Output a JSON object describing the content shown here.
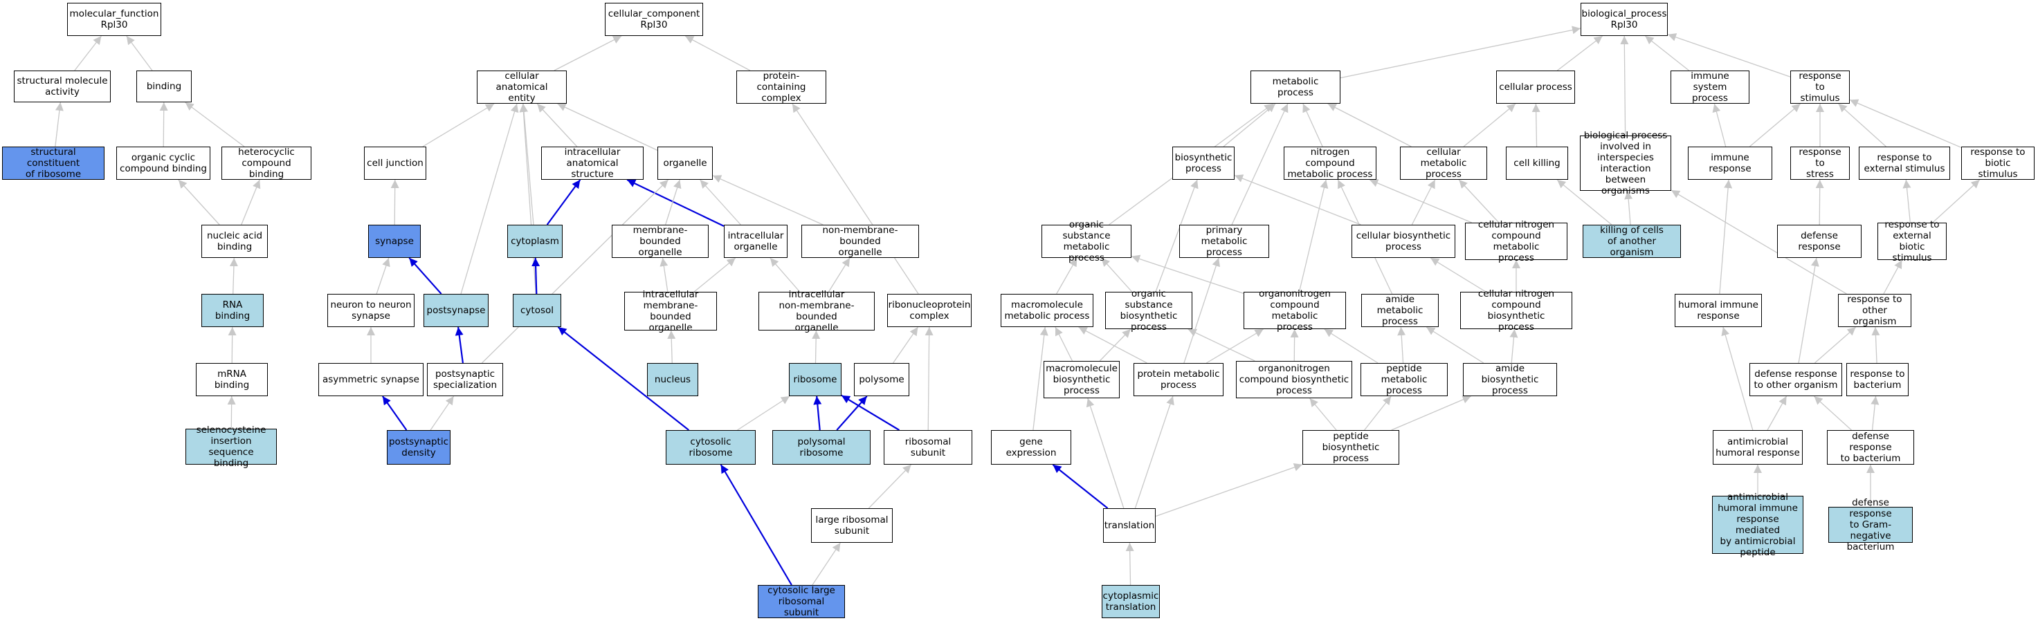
{
  "colors": {
    "plain_fill": "#ffffff",
    "highlight_fill": "#add8e6",
    "strong_fill": "#6495ed",
    "edge_gray": "#c8c8c8",
    "edge_blue": "#0000dd",
    "border": "#000000"
  },
  "nodes": {
    "n_mf": {
      "label": "molecular_function\nRpl30",
      "fill": "plain"
    },
    "n_sma": {
      "label": "structural molecule\nactivity",
      "fill": "plain"
    },
    "n_binding": {
      "label": "binding",
      "fill": "plain"
    },
    "n_scr": {
      "label": "structural constituent\nof ribosome",
      "fill": "strong"
    },
    "n_occb": {
      "label": "organic cyclic\ncompound binding",
      "fill": "plain"
    },
    "n_hcb": {
      "label": "heterocyclic\ncompound binding",
      "fill": "plain"
    },
    "n_nab": {
      "label": "nucleic acid\nbinding",
      "fill": "plain"
    },
    "n_rnab": {
      "label": "RNA binding",
      "fill": "highlight"
    },
    "n_mrnab": {
      "label": "mRNA binding",
      "fill": "plain"
    },
    "n_secb": {
      "label": "selenocysteine\ninsertion sequence\nbinding",
      "fill": "highlight"
    },
    "n_cc": {
      "label": "cellular_component\nRpl30",
      "fill": "plain"
    },
    "n_cae": {
      "label": "cellular anatomical\nentity",
      "fill": "plain"
    },
    "n_pcc": {
      "label": "protein-containing\ncomplex",
      "fill": "plain"
    },
    "n_cj": {
      "label": "cell junction",
      "fill": "plain"
    },
    "n_ias": {
      "label": "intracellular\nanatomical structure",
      "fill": "plain"
    },
    "n_org": {
      "label": "organelle",
      "fill": "plain"
    },
    "n_syn": {
      "label": "synapse",
      "fill": "strong"
    },
    "n_cyt": {
      "label": "cytoplasm",
      "fill": "highlight"
    },
    "n_mbo": {
      "label": "membrane-bounded\norganelle",
      "fill": "plain"
    },
    "n_io": {
      "label": "intracellular\norganelle",
      "fill": "plain"
    },
    "n_nmbo": {
      "label": "non-membrane-bounded\norganelle",
      "fill": "plain"
    },
    "n_nns": {
      "label": "neuron to neuron\nsynapse",
      "fill": "plain"
    },
    "n_postsyn": {
      "label": "postsynapse",
      "fill": "highlight"
    },
    "n_cytosol": {
      "label": "cytosol",
      "fill": "highlight"
    },
    "n_imbo": {
      "label": "intracellular\nmembrane-bounded\norganelle",
      "fill": "plain"
    },
    "n_inmbo": {
      "label": "intracellular\nnon-membrane-bounded\norganelle",
      "fill": "plain"
    },
    "n_rnpc": {
      "label": "ribonucleoprotein\ncomplex",
      "fill": "plain"
    },
    "n_asyn": {
      "label": "asymmetric synapse",
      "fill": "plain"
    },
    "n_pss": {
      "label": "postsynaptic\nspecialization",
      "fill": "plain"
    },
    "n_nuc": {
      "label": "nucleus",
      "fill": "highlight"
    },
    "n_ribo": {
      "label": "ribosome",
      "fill": "highlight"
    },
    "n_poly": {
      "label": "polysome",
      "fill": "plain"
    },
    "n_psd": {
      "label": "postsynaptic\ndensity",
      "fill": "strong"
    },
    "n_cribo": {
      "label": "cytosolic ribosome",
      "fill": "highlight"
    },
    "n_pribo": {
      "label": "polysomal ribosome",
      "fill": "highlight"
    },
    "n_rsu": {
      "label": "ribosomal subunit",
      "fill": "plain"
    },
    "n_lrsu": {
      "label": "large ribosomal\nsubunit",
      "fill": "plain"
    },
    "n_clrsu": {
      "label": "cytosolic large\nribosomal subunit",
      "fill": "strong"
    },
    "n_bp": {
      "label": "biological_process\nRpl30",
      "fill": "plain"
    },
    "n_mp": {
      "label": "metabolic process",
      "fill": "plain"
    },
    "n_cp": {
      "label": "cellular process",
      "fill": "plain"
    },
    "n_isp": {
      "label": "immune system\nprocess",
      "fill": "plain"
    },
    "n_rts": {
      "label": "response to\nstimulus",
      "fill": "plain"
    },
    "n_bsp": {
      "label": "biosynthetic\nprocess",
      "fill": "plain"
    },
    "n_ncmp": {
      "label": "nitrogen compound\nmetabolic process",
      "fill": "plain"
    },
    "n_cmp": {
      "label": "cellular metabolic\nprocess",
      "fill": "plain"
    },
    "n_ck": {
      "label": "cell killing",
      "fill": "plain"
    },
    "n_bpii": {
      "label": "biological process\ninvolved in\ninterspecies\ninteraction\nbetween organisms",
      "fill": "plain"
    },
    "n_ir": {
      "label": "immune response",
      "fill": "plain"
    },
    "n_rtstress": {
      "label": "response to\nstress",
      "fill": "plain"
    },
    "n_rtes": {
      "label": "response to\nexternal stimulus",
      "fill": "plain"
    },
    "n_rtbs": {
      "label": "response to\nbiotic stimulus",
      "fill": "plain"
    },
    "n_osmp": {
      "label": "organic substance\nmetabolic process",
      "fill": "plain"
    },
    "n_pmp": {
      "label": "primary metabolic\nprocess",
      "fill": "plain"
    },
    "n_cbp": {
      "label": "cellular biosynthetic\nprocess",
      "fill": "plain"
    },
    "n_cncmp": {
      "label": "cellular nitrogen\ncompound metabolic\nprocess",
      "fill": "plain"
    },
    "n_kcao": {
      "label": "killing of cells\nof another organism",
      "fill": "highlight"
    },
    "n_dr": {
      "label": "defense response",
      "fill": "plain"
    },
    "n_rtebs": {
      "label": "response to\nexternal biotic\nstimulus",
      "fill": "plain"
    },
    "n_mmmp": {
      "label": "macromolecule\nmetabolic process",
      "fill": "plain"
    },
    "n_osbp": {
      "label": "organic substance\nbiosynthetic\nprocess",
      "fill": "plain"
    },
    "n_oncmp": {
      "label": "organonitrogen\ncompound metabolic\nprocess",
      "fill": "plain"
    },
    "n_amp": {
      "label": "amide metabolic\nprocess",
      "fill": "plain"
    },
    "n_cncbp": {
      "label": "cellular nitrogen\ncompound biosynthetic\nprocess",
      "fill": "plain"
    },
    "n_hir": {
      "label": "humoral immune\nresponse",
      "fill": "plain"
    },
    "n_rtoo": {
      "label": "response to\nother organism",
      "fill": "plain"
    },
    "n_mmbp": {
      "label": "macromolecule\nbiosynthetic\nprocess",
      "fill": "plain"
    },
    "n_protmp": {
      "label": "protein metabolic\nprocess",
      "fill": "plain"
    },
    "n_oncbp": {
      "label": "organonitrogen\ncompound biosynthetic\nprocess",
      "fill": "plain"
    },
    "n_pepmp": {
      "label": "peptide metabolic\nprocess",
      "fill": "plain"
    },
    "n_abp": {
      "label": "amide biosynthetic\nprocess",
      "fill": "plain"
    },
    "n_drtoo": {
      "label": "defense response\nto other organism",
      "fill": "plain"
    },
    "n_rtb": {
      "label": "response to\nbacterium",
      "fill": "plain"
    },
    "n_ge": {
      "label": "gene expression",
      "fill": "plain"
    },
    "n_pepbp": {
      "label": "peptide biosynthetic\nprocess",
      "fill": "plain"
    },
    "n_ahr": {
      "label": "antimicrobial\nhumoral response",
      "fill": "plain"
    },
    "n_drtb": {
      "label": "defense response\nto bacterium",
      "fill": "plain"
    },
    "n_ahir": {
      "label": "antimicrobial\nhumoral immune\nresponse mediated\nby antimicrobial\npeptide",
      "fill": "highlight"
    },
    "n_drtgnb": {
      "label": "defense response\nto Gram-negative\nbacterium",
      "fill": "highlight"
    },
    "n_trans": {
      "label": "translation",
      "fill": "plain"
    },
    "n_ctrans": {
      "label": "cytoplasmic\ntranslation",
      "fill": "highlight"
    }
  },
  "edges": [
    [
      "n_sma",
      "n_mf",
      "gray"
    ],
    [
      "n_binding",
      "n_mf",
      "gray"
    ],
    [
      "n_scr",
      "n_sma",
      "gray"
    ],
    [
      "n_occb",
      "n_binding",
      "gray"
    ],
    [
      "n_hcb",
      "n_binding",
      "gray"
    ],
    [
      "n_nab",
      "n_occb",
      "gray"
    ],
    [
      "n_nab",
      "n_hcb",
      "gray"
    ],
    [
      "n_rnab",
      "n_nab",
      "gray"
    ],
    [
      "n_mrnab",
      "n_rnab",
      "gray"
    ],
    [
      "n_secb",
      "n_mrnab",
      "gray"
    ],
    [
      "n_cae",
      "n_cc",
      "gray"
    ],
    [
      "n_pcc",
      "n_cc",
      "gray"
    ],
    [
      "n_cj",
      "n_cae",
      "gray"
    ],
    [
      "n_ias",
      "n_cae",
      "gray"
    ],
    [
      "n_org",
      "n_cae",
      "gray"
    ],
    [
      "n_cyt",
      "n_cae",
      "gray"
    ],
    [
      "n_postsyn",
      "n_cae",
      "gray"
    ],
    [
      "n_cytosol",
      "n_cae",
      "gray"
    ],
    [
      "n_syn",
      "n_cj",
      "gray"
    ],
    [
      "n_cyt",
      "n_ias",
      "blue"
    ],
    [
      "n_io",
      "n_ias",
      "blue"
    ],
    [
      "n_mbo",
      "n_org",
      "gray"
    ],
    [
      "n_io",
      "n_org",
      "gray"
    ],
    [
      "n_nmbo",
      "n_org",
      "gray"
    ],
    [
      "n_pss",
      "n_org",
      "gray"
    ],
    [
      "n_nns",
      "n_syn",
      "gray"
    ],
    [
      "n_postsyn",
      "n_syn",
      "blue"
    ],
    [
      "n_cytosol",
      "n_cyt",
      "blue"
    ],
    [
      "n_imbo",
      "n_mbo",
      "gray"
    ],
    [
      "n_imbo",
      "n_io",
      "gray"
    ],
    [
      "n_inmbo",
      "n_io",
      "gray"
    ],
    [
      "n_inmbo",
      "n_nmbo",
      "gray"
    ],
    [
      "n_asyn",
      "n_nns",
      "gray"
    ],
    [
      "n_pss",
      "n_postsyn",
      "blue"
    ],
    [
      "n_rnpc",
      "n_pcc",
      "gray"
    ],
    [
      "n_nuc",
      "n_imbo",
      "gray"
    ],
    [
      "n_ribo",
      "n_inmbo",
      "gray"
    ],
    [
      "n_poly",
      "n_rnpc",
      "gray"
    ],
    [
      "n_rsu",
      "n_rnpc",
      "gray"
    ],
    [
      "n_psd",
      "n_asyn",
      "blue"
    ],
    [
      "n_psd",
      "n_pss",
      "gray"
    ],
    [
      "n_cribo",
      "n_cytosol",
      "blue"
    ],
    [
      "n_cribo",
      "n_ribo",
      "gray"
    ],
    [
      "n_pribo",
      "n_ribo",
      "blue"
    ],
    [
      "n_pribo",
      "n_poly",
      "blue"
    ],
    [
      "n_rsu",
      "n_ribo",
      "blue"
    ],
    [
      "n_lrsu",
      "n_rsu",
      "gray"
    ],
    [
      "n_clrsu",
      "n_lrsu",
      "gray"
    ],
    [
      "n_clrsu",
      "n_cribo",
      "blue"
    ],
    [
      "n_mp",
      "n_bp",
      "gray"
    ],
    [
      "n_cp",
      "n_bp",
      "gray"
    ],
    [
      "n_isp",
      "n_bp",
      "gray"
    ],
    [
      "n_rts",
      "n_bp",
      "gray"
    ],
    [
      "n_bpii",
      "n_bp",
      "gray"
    ],
    [
      "n_bsp",
      "n_mp",
      "gray"
    ],
    [
      "n_ncmp",
      "n_mp",
      "gray"
    ],
    [
      "n_cmp",
      "n_mp",
      "gray"
    ],
    [
      "n_osmp",
      "n_mp",
      "gray"
    ],
    [
      "n_pmp",
      "n_mp",
      "gray"
    ],
    [
      "n_cmp",
      "n_cp",
      "gray"
    ],
    [
      "n_ck",
      "n_cp",
      "gray"
    ],
    [
      "n_ir",
      "n_isp",
      "gray"
    ],
    [
      "n_ir",
      "n_rts",
      "gray"
    ],
    [
      "n_rtstress",
      "n_rts",
      "gray"
    ],
    [
      "n_rtes",
      "n_rts",
      "gray"
    ],
    [
      "n_rtbs",
      "n_rts",
      "gray"
    ],
    [
      "n_kcao",
      "n_ck",
      "gray"
    ],
    [
      "n_kcao",
      "n_bpii",
      "gray"
    ],
    [
      "n_rtoo",
      "n_bpii",
      "gray"
    ],
    [
      "n_cbp",
      "n_bsp",
      "gray"
    ],
    [
      "n_osbp",
      "n_bsp",
      "gray"
    ],
    [
      "n_cbp",
      "n_cmp",
      "gray"
    ],
    [
      "n_cncmp",
      "n_cmp",
      "gray"
    ],
    [
      "n_cncmp",
      "n_ncmp",
      "gray"
    ],
    [
      "n_oncmp",
      "n_ncmp",
      "gray"
    ],
    [
      "n_amp",
      "n_ncmp",
      "gray"
    ],
    [
      "n_mmmp",
      "n_osmp",
      "gray"
    ],
    [
      "n_osbp",
      "n_osmp",
      "gray"
    ],
    [
      "n_oncmp",
      "n_osmp",
      "gray"
    ],
    [
      "n_protmp",
      "n_pmp",
      "gray"
    ],
    [
      "n_cncbp",
      "n_cbp",
      "gray"
    ],
    [
      "n_cncbp",
      "n_cncmp",
      "gray"
    ],
    [
      "n_dr",
      "n_rtstress",
      "gray"
    ],
    [
      "n_rtebs",
      "n_rtes",
      "gray"
    ],
    [
      "n_rtebs",
      "n_rtbs",
      "gray"
    ],
    [
      "n_hir",
      "n_ir",
      "gray"
    ],
    [
      "n_rtoo",
      "n_rtebs",
      "gray"
    ],
    [
      "n_mmbp",
      "n_mmmp",
      "gray"
    ],
    [
      "n_protmp",
      "n_mmmp",
      "gray"
    ],
    [
      "n_ge",
      "n_mmmp",
      "gray"
    ],
    [
      "n_mmbp",
      "n_osbp",
      "gray"
    ],
    [
      "n_oncbp",
      "n_osbp",
      "gray"
    ],
    [
      "n_protmp",
      "n_oncmp",
      "gray"
    ],
    [
      "n_pepmp",
      "n_oncmp",
      "gray"
    ],
    [
      "n_oncbp",
      "n_oncmp",
      "gray"
    ],
    [
      "n_pepmp",
      "n_amp",
      "gray"
    ],
    [
      "n_abp",
      "n_amp",
      "gray"
    ],
    [
      "n_abp",
      "n_cncbp",
      "gray"
    ],
    [
      "n_drtoo",
      "n_dr",
      "gray"
    ],
    [
      "n_drtoo",
      "n_rtoo",
      "gray"
    ],
    [
      "n_rtb",
      "n_rtoo",
      "gray"
    ],
    [
      "n_ahr",
      "n_hir",
      "gray"
    ],
    [
      "n_ahr",
      "n_drtoo",
      "gray"
    ],
    [
      "n_drtb",
      "n_drtoo",
      "gray"
    ],
    [
      "n_drtb",
      "n_rtb",
      "gray"
    ],
    [
      "n_pepbp",
      "n_pepmp",
      "gray"
    ],
    [
      "n_pepbp",
      "n_abp",
      "gray"
    ],
    [
      "n_pepbp",
      "n_oncbp",
      "gray"
    ],
    [
      "n_ahir",
      "n_ahr",
      "gray"
    ],
    [
      "n_drtgnb",
      "n_drtb",
      "gray"
    ],
    [
      "n_trans",
      "n_mmbp",
      "gray"
    ],
    [
      "n_trans",
      "n_protmp",
      "gray"
    ],
    [
      "n_trans",
      "n_pepbp",
      "gray"
    ],
    [
      "n_trans",
      "n_ge",
      "blue"
    ],
    [
      "n_ctrans",
      "n_trans",
      "gray"
    ]
  ]
}
